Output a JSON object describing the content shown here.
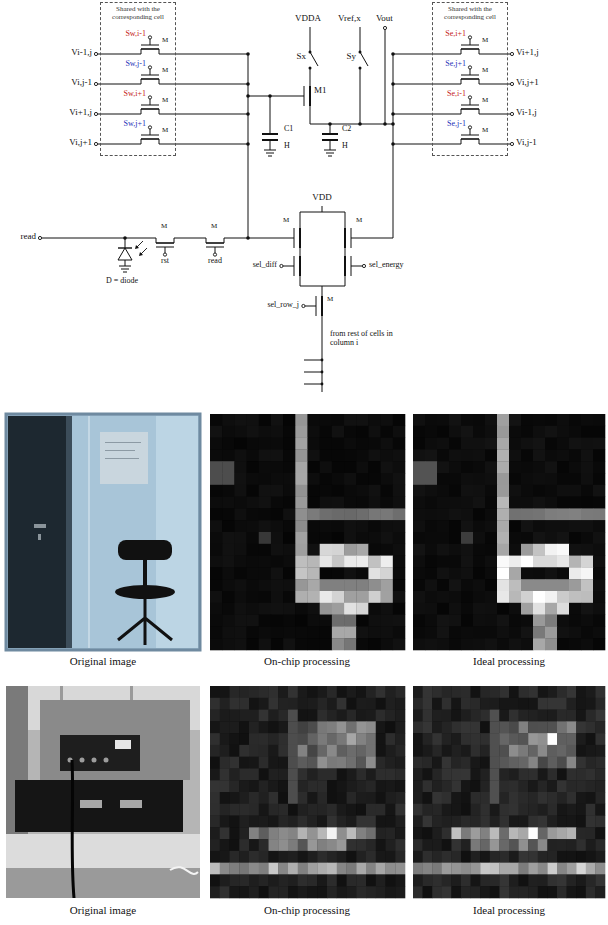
{
  "diagram": {
    "nodes": [
      {
        "text": [
          "Shared with the corresponding cell"
        ]
      },
      {
        "text": [
          "Shared with the corresponding cell"
        ]
      }
    ],
    "labels": [
      "Vi-1,j",
      "Vi,j-1",
      "Vi+1,j",
      "Vi,j+1",
      "Sw,i-1",
      "Sw,j-1",
      "Sw,i+1",
      "Sw,j+1",
      "M",
      "M",
      "M",
      "M",
      "Se,i+1",
      "Se,j+1",
      "Se,i-1",
      "Se,j-1",
      "M",
      "M",
      "M",
      "M",
      "Vi+1,j",
      "Vi,j+1",
      "Vi-1,j",
      "Vi,j-1",
      "VDDA",
      "Sx",
      "Vref,x",
      "Sy",
      "Vout",
      "M1",
      "C1",
      "H",
      "C2",
      "H",
      "read",
      "M",
      "rst",
      "D = diode",
      "M",
      "read",
      "VDD",
      "M",
      "M",
      "sel_diff",
      "sel_energy",
      "sel_row_j",
      "M",
      "from rest of cells in column i",
      "Original image",
      "On-chip processing",
      "Ideal processing",
      "Original image",
      "On-chip processing",
      "Ideal processing"
    ]
  }
}
